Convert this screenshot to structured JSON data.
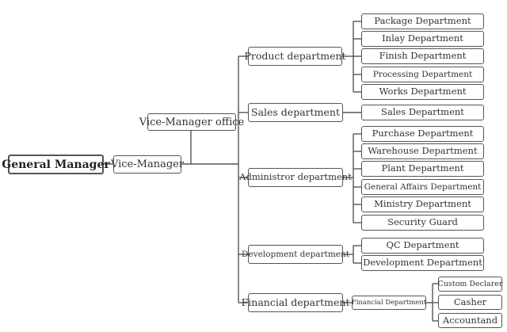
{
  "org_chart": {
    "root": "General Manager",
    "vice_manager": "Vice-Manager",
    "vice_manager_office": "Vice-Manager office",
    "departments": [
      {
        "name": "Product department",
        "units": [
          "Package Department",
          "Inlay Department",
          "Finish Department",
          "Processing Department",
          "Works Department"
        ]
      },
      {
        "name": "Sales department",
        "units": [
          "Sales Department"
        ]
      },
      {
        "name": "Administror department",
        "units": [
          "Purchase Department",
          "Warehouse Department",
          "Plant Department",
          "General Affairs Department",
          "Ministry Department",
          "Security Guard"
        ]
      },
      {
        "name": "Development  department",
        "units": [
          "QC Department",
          "Development Department"
        ]
      },
      {
        "name": "Financial department",
        "units": [
          "Financial Department"
        ],
        "subunits": [
          "Custom Declarer",
          "Casher",
          "Accountand"
        ]
      }
    ]
  }
}
